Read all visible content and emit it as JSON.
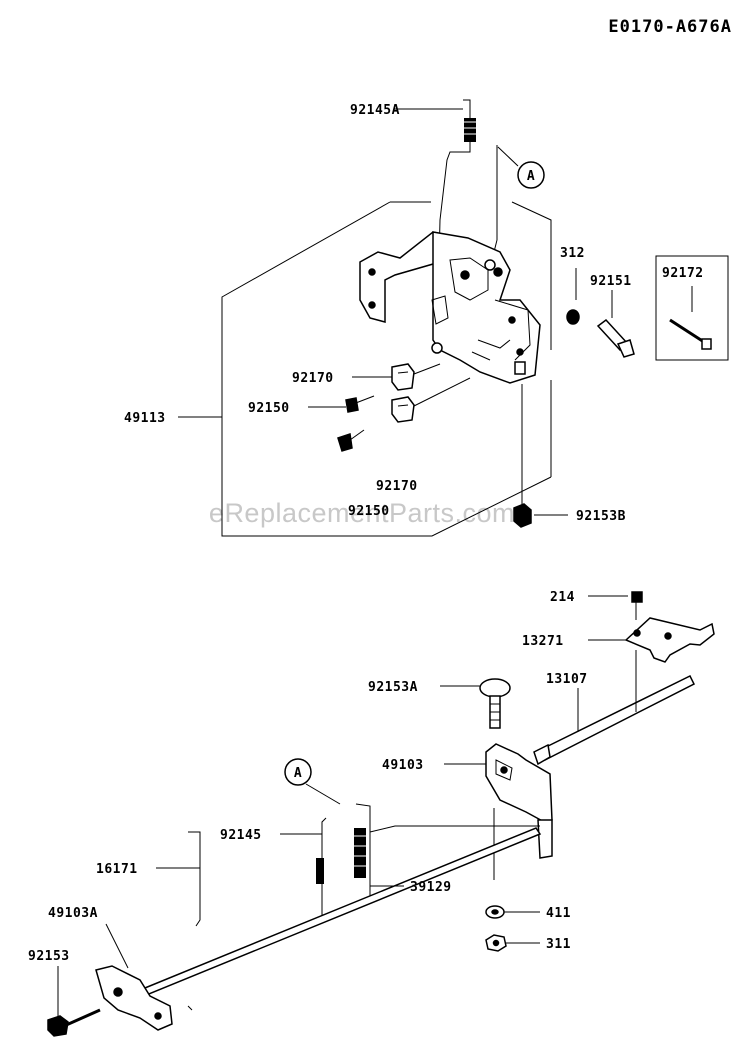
{
  "diagram_code": "E0170-A676A",
  "watermark": "eReplacementParts.com",
  "ref_marker": "A",
  "callouts": {
    "p92145A": "92145A",
    "p312": "312",
    "p92151": "92151",
    "p92172": "92172",
    "p92170_top": "92170",
    "p92150_left": "92150",
    "p49113": "49113",
    "p92170_bottom": "92170",
    "p92150_bottom": "92150",
    "p92153B": "92153B",
    "p214": "214",
    "p13271": "13271",
    "p92153A": "92153A",
    "p13107": "13107",
    "p49103": "49103",
    "p92145": "92145",
    "p16171": "16171",
    "p39129": "39129",
    "p49103A": "49103A",
    "p411": "411",
    "p92153": "92153",
    "p311": "311"
  }
}
